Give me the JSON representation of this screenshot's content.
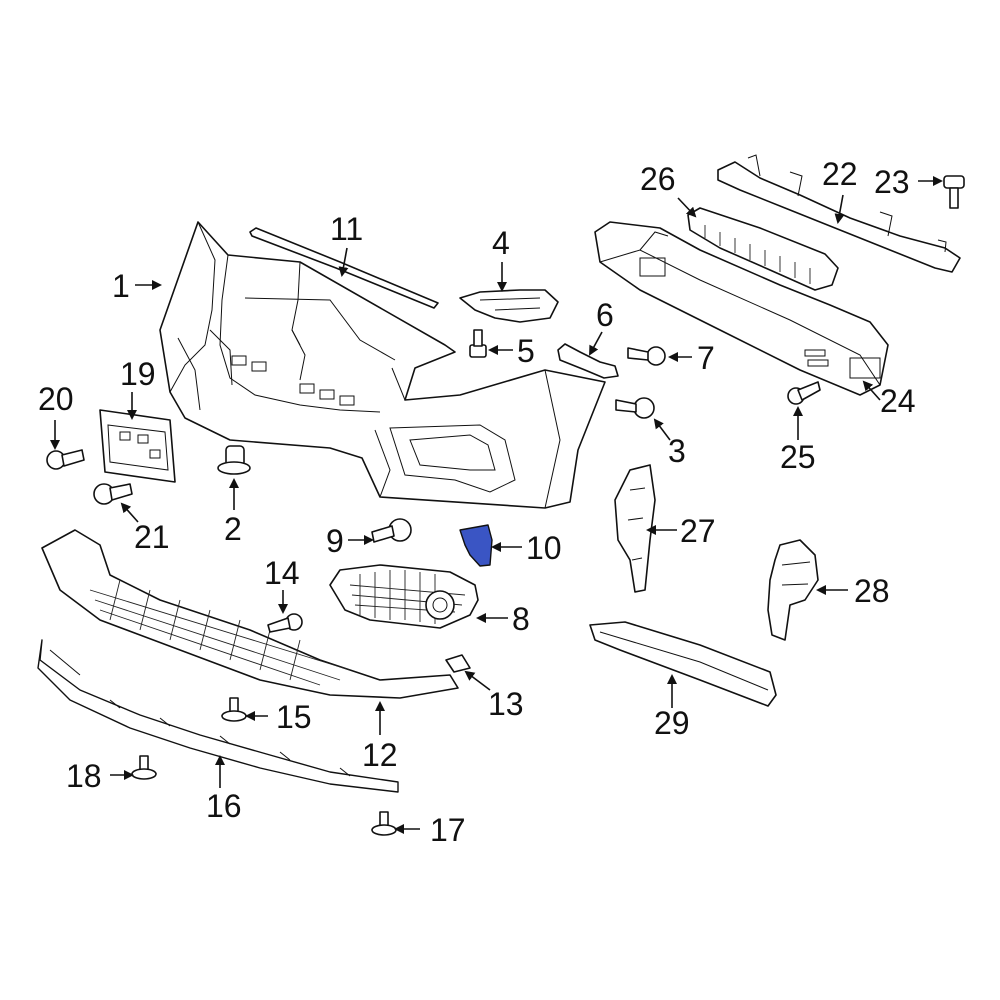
{
  "highlight_color": "#3a55c4",
  "callouts": [
    {
      "id": "c1",
      "label": "1"
    },
    {
      "id": "c2",
      "label": "2"
    },
    {
      "id": "c3",
      "label": "3"
    },
    {
      "id": "c4",
      "label": "4"
    },
    {
      "id": "c5",
      "label": "5"
    },
    {
      "id": "c6",
      "label": "6"
    },
    {
      "id": "c7",
      "label": "7"
    },
    {
      "id": "c8",
      "label": "8"
    },
    {
      "id": "c9",
      "label": "9"
    },
    {
      "id": "c10",
      "label": "10"
    },
    {
      "id": "c11",
      "label": "11"
    },
    {
      "id": "c12",
      "label": "12"
    },
    {
      "id": "c13",
      "label": "13"
    },
    {
      "id": "c14",
      "label": "14"
    },
    {
      "id": "c15",
      "label": "15"
    },
    {
      "id": "c16",
      "label": "16"
    },
    {
      "id": "c17",
      "label": "17"
    },
    {
      "id": "c18",
      "label": "18"
    },
    {
      "id": "c19",
      "label": "19"
    },
    {
      "id": "c20",
      "label": "20"
    },
    {
      "id": "c21",
      "label": "21"
    },
    {
      "id": "c22",
      "label": "22"
    },
    {
      "id": "c23",
      "label": "23"
    },
    {
      "id": "c24",
      "label": "24"
    },
    {
      "id": "c25",
      "label": "25"
    },
    {
      "id": "c26",
      "label": "26"
    },
    {
      "id": "c27",
      "label": "27"
    },
    {
      "id": "c28",
      "label": "28"
    },
    {
      "id": "c29",
      "label": "29"
    }
  ]
}
